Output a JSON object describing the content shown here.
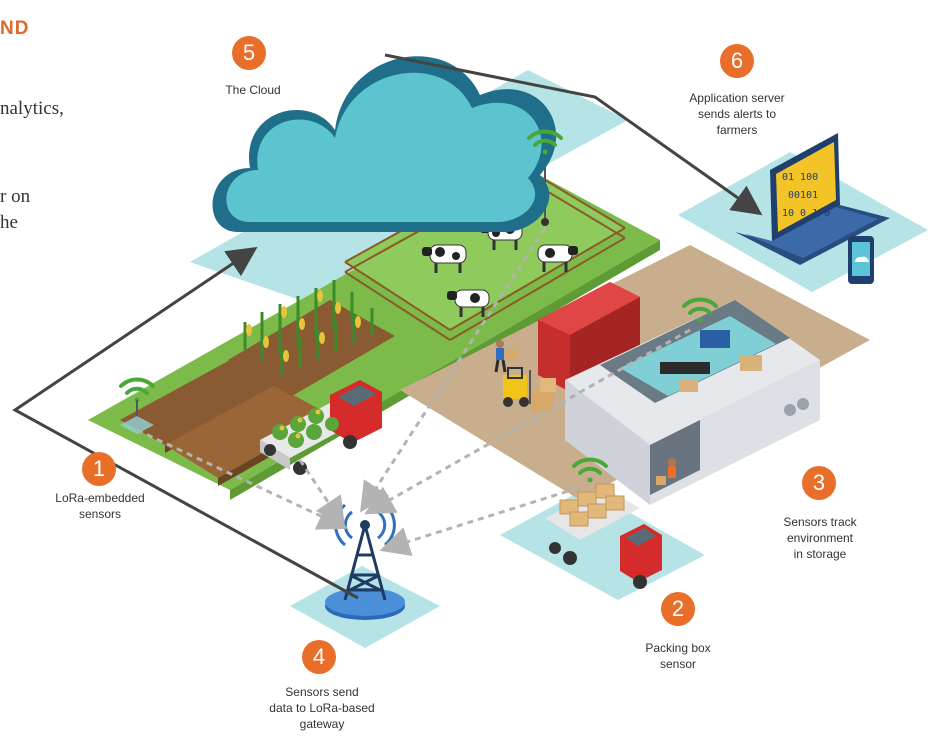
{
  "heading": "ND",
  "intro": {
    "line1": "nalytics,",
    "line2": "r on",
    "line3": "he"
  },
  "steps": [
    {
      "number": "1",
      "caption_lines": [
        "LoRa-embedded",
        "sensors"
      ]
    },
    {
      "number": "2",
      "caption_lines": [
        "Packing box",
        "sensor"
      ]
    },
    {
      "number": "3",
      "caption_lines": [
        "Sensors track",
        "environment",
        "in storage"
      ]
    },
    {
      "number": "4",
      "caption_lines": [
        "Sensors send",
        "data to LoRa-based",
        "gateway"
      ]
    },
    {
      "number": "5",
      "caption_lines": [
        "The Cloud"
      ]
    },
    {
      "number": "6",
      "caption_lines": [
        "Application server",
        "sends alerts to",
        "farmers"
      ]
    }
  ],
  "laptop_screen_text": [
    "01 100",
    "00101",
    "10 0 1 0"
  ],
  "colors": {
    "accent": "#e86e2a",
    "cloud": "#2f8fa8",
    "grass": "#7cbb4a",
    "soil": "#8a5a32",
    "ground": "#c9ae8e",
    "pad": "#a9dfe3",
    "wifi": "#4aa83a",
    "tower": "#1f3b63",
    "truck_red": "#d62b2b",
    "arrow_gray": "#b3b3b3",
    "line_dark": "#444444"
  },
  "icons": [
    "wifi-icon",
    "cloud-icon",
    "cow-icon",
    "corn-icon",
    "truck-icon",
    "forklift-icon",
    "warehouse-icon",
    "container-icon",
    "laptop-icon",
    "phone-icon",
    "antenna-tower-icon",
    "worker-icon"
  ]
}
